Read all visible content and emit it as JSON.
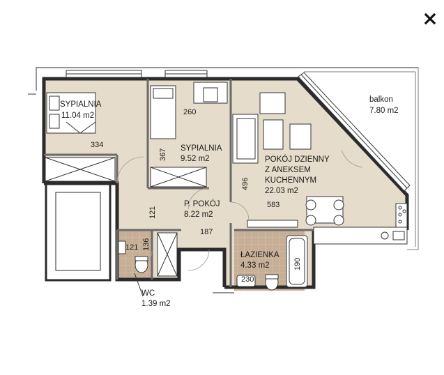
{
  "rooms": {
    "bedroom1": {
      "name": "SYPIALNIA",
      "area": "11.04 m2"
    },
    "bedroom2": {
      "name": "SYPIALNIA",
      "area": "9.52 m2"
    },
    "living": {
      "name_line1": "POKÓJ DZIENNY",
      "name_line2": "Z ANEKSEM",
      "name_line3": "KUCHENNYM",
      "area": "22.03 m2"
    },
    "hall": {
      "name": "P. POKÓJ",
      "area": "8.22 m2"
    },
    "bathroom": {
      "name": "ŁAZIENKA",
      "area": "4.33 m2"
    },
    "wc": {
      "name": "WC",
      "area": "1.39 m2"
    },
    "balcony": {
      "name": "balkon",
      "area": "7.80 m2"
    }
  },
  "dimensions": {
    "d334": "334",
    "d260": "260",
    "d367": "367",
    "d496": "496",
    "d583": "583",
    "d121a": "121",
    "d187": "187",
    "d121b": "121",
    "d136": "136",
    "d190": "190",
    "d230": "230"
  },
  "icons": {
    "close": "close-icon"
  },
  "colors": {
    "floor": "#e6dccb",
    "tile": "#c2ab92",
    "wall": "#2b2b2b"
  }
}
